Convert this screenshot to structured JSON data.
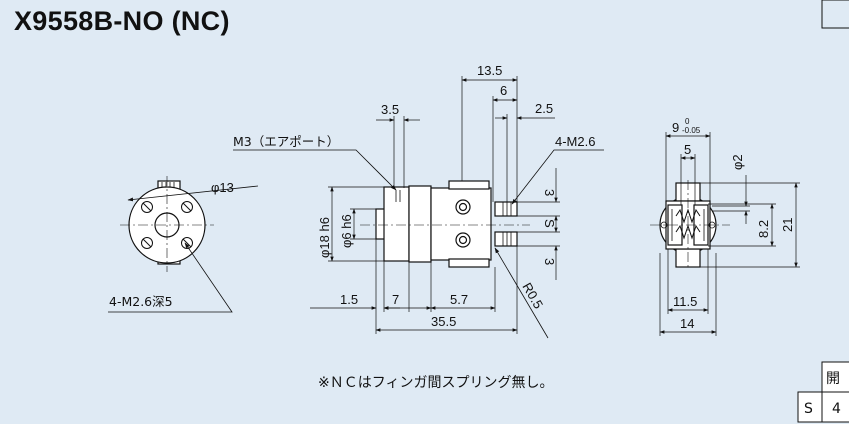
{
  "title": "X9558B-NO (NC)",
  "note": "※ＮＣはフィンガ間スプリング無し。",
  "front_view": {
    "dia_label": "φ13",
    "tap_label": "4-M2.6深5"
  },
  "side_view": {
    "top_dims": [
      "13.5",
      "6",
      "2.5",
      "3.5"
    ],
    "port_label": "M3（エアポート）",
    "tap_label": "4-M2.6",
    "left_dims": [
      "φ18 h6",
      "φ6 h6"
    ],
    "right_dims": [
      "3",
      "S",
      "3"
    ],
    "radius_label": "R0.5",
    "bottom_dims": [
      "1.5",
      "7",
      "5.7",
      "35.5"
    ]
  },
  "end_view": {
    "top_dims": [
      "9",
      "0",
      "-0.05",
      "5"
    ],
    "right_dims": [
      "φ2",
      "8.2",
      "21"
    ],
    "bottom_dims": [
      "11.5",
      "14"
    ]
  },
  "table": {
    "header": "開",
    "cells": [
      "S",
      "4"
    ]
  }
}
